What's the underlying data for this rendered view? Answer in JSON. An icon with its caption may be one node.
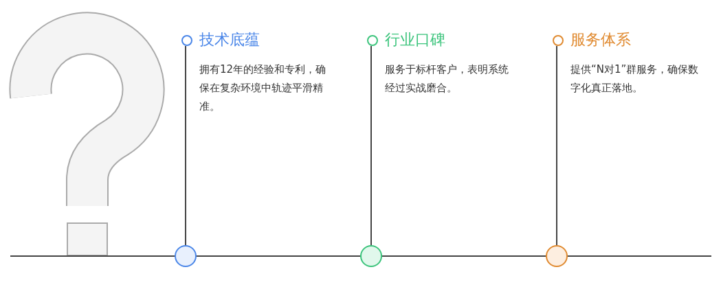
{
  "diagram": {
    "nodes": [
      {
        "text": [
          "技术底蕴",
          "拥有12年的经验和专利，确保在复杂环境中轨迹平滑精准。"
        ]
      },
      {
        "text": [
          "行业口碑",
          "服务于标杆客户，表明系统经过实战磨合。"
        ]
      },
      {
        "text": [
          "服务体系",
          "提供“N对1”群服务，确保数字化真正落地。"
        ]
      },
      {
        "text": [],
        "shape": "circle"
      },
      {
        "text": [],
        "shape": "circle"
      },
      {
        "text": [],
        "shape": "circle"
      }
    ],
    "edges": [
      {
        "from": 0,
        "to": 3,
        "arrow": "none"
      },
      {
        "from": 1,
        "to": 4,
        "arrow": "none"
      },
      {
        "from": 2,
        "to": 5,
        "arrow": "none"
      }
    ]
  }
}
